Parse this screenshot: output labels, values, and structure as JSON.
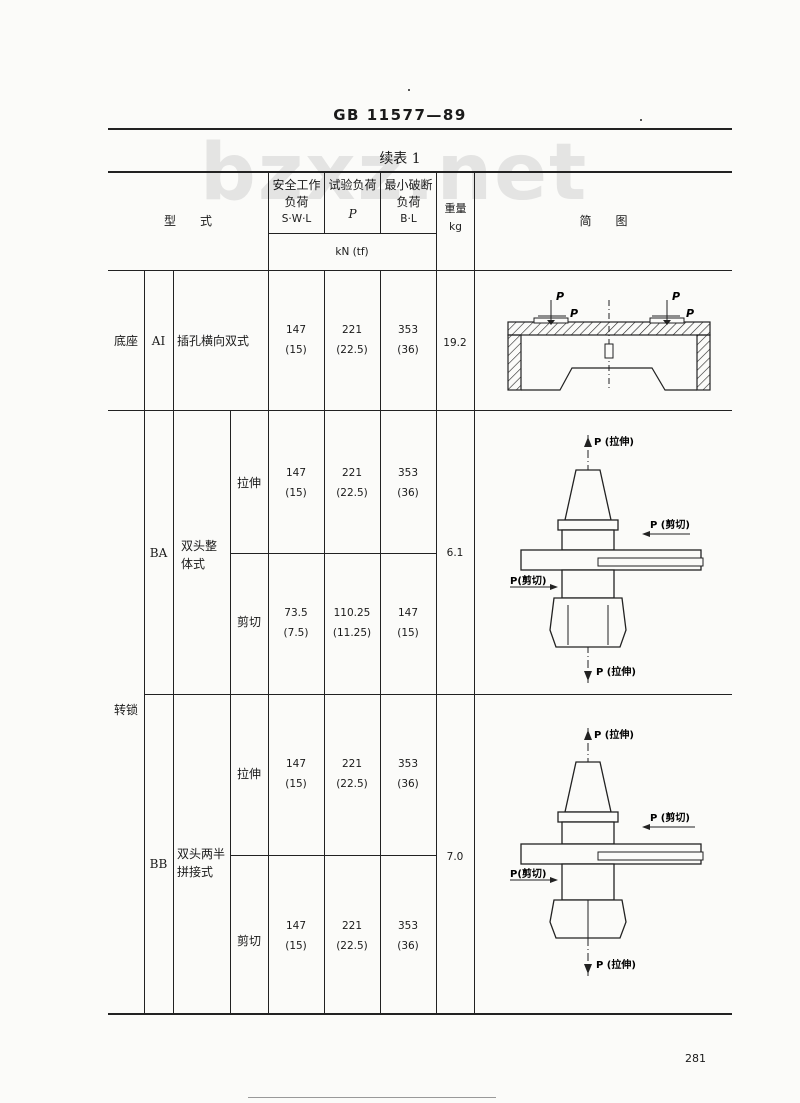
{
  "header": {
    "standard_code": "GB 11577—89",
    "table_title": "续表 1",
    "watermark": "bzxz.net"
  },
  "columns": {
    "type": "型　　式",
    "swl": "安全工作负荷",
    "swl_abbr": "S·W·L",
    "test_load": "试验负荷",
    "test_load_symbol": "P",
    "min_breaking": "最小破断负荷",
    "min_breaking_abbr": "B·L",
    "unit": "kN (tf)",
    "weight": "重量",
    "weight_unit": "kg",
    "diagram": "简　　图"
  },
  "rows": {
    "base": {
      "category": "底座",
      "code": "AI",
      "name": "插孔横向双式",
      "swl": "147",
      "swl_tf": "(15)",
      "test": "221",
      "test_tf": "(22.5)",
      "break": "353",
      "break_tf": "(36)",
      "weight": "19.2"
    },
    "twistlock": {
      "category": "转锁",
      "ba": {
        "code": "BA",
        "name": "双头整体式",
        "weight": "6.1",
        "tension": {
          "label": "拉伸",
          "swl": "147",
          "swl_tf": "(15)",
          "test": "221",
          "test_tf": "(22.5)",
          "break": "353",
          "break_tf": "(36)"
        },
        "shear": {
          "label": "剪切",
          "swl": "73.5",
          "swl_tf": "(7.5)",
          "test": "110.25",
          "test_tf": "(11.25)",
          "break": "147",
          "break_tf": "(15)"
        }
      },
      "bb": {
        "code": "BB",
        "name": "双头两半拼接式",
        "weight": "7.0",
        "tension": {
          "label": "拉伸",
          "swl": "147",
          "swl_tf": "(15)",
          "test": "221",
          "test_tf": "(22.5)",
          "break": "353",
          "break_tf": "(36)"
        },
        "shear": {
          "label": "剪切",
          "swl": "147",
          "swl_tf": "(15)",
          "test": "221",
          "test_tf": "(22.5)",
          "break": "353",
          "break_tf": "(36)"
        }
      }
    }
  },
  "diagram_labels": {
    "p": "P",
    "tension": "P (拉伸)",
    "shear": "P (剪切)",
    "shear_label": "P(剪切)"
  },
  "footer": {
    "page_number": "281"
  }
}
